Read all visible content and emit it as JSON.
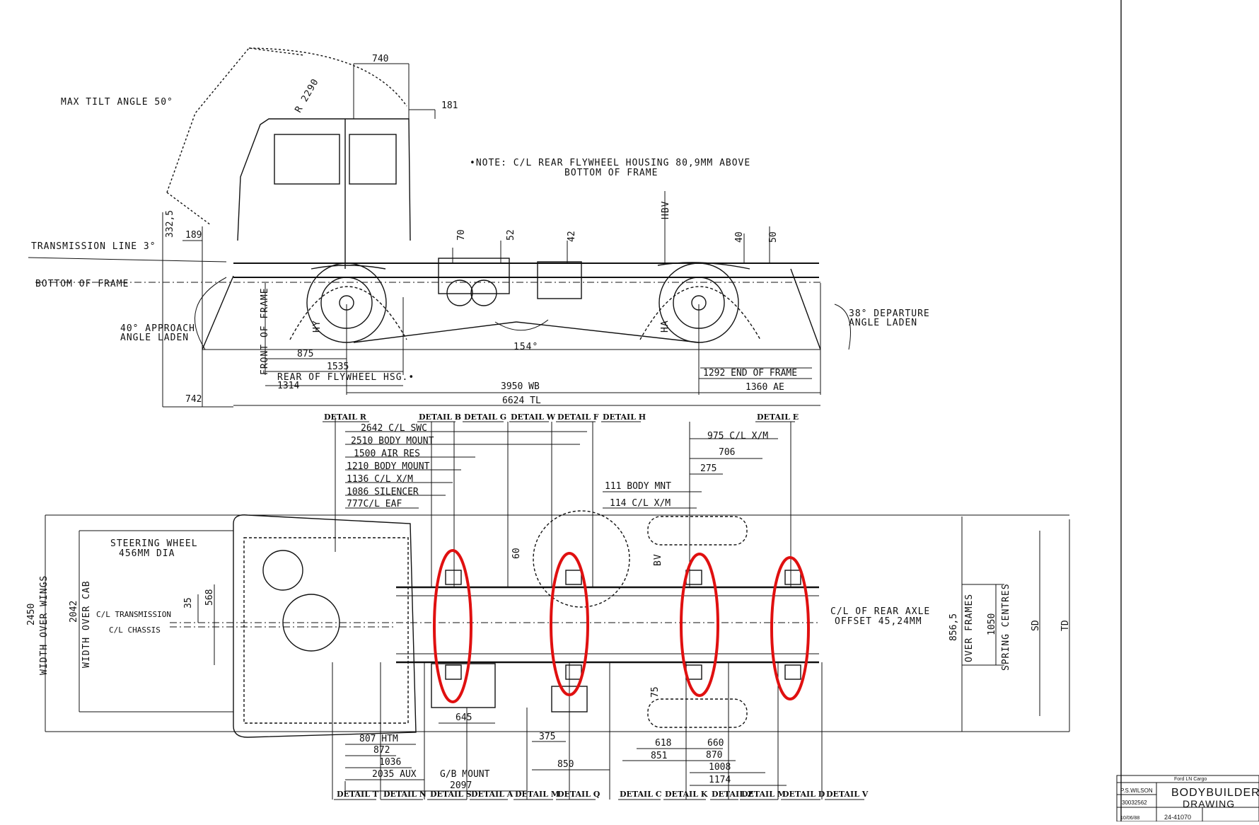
{
  "side_view": {
    "labels": {
      "max_tilt": "MAX TILT ANGLE 50°",
      "tilt_radius": "R 2290",
      "note_line1": "•NOTE:  C/L REAR FLYWHEEL HOUSING 80,9MM ABOVE",
      "note_line2": "BOTTOM OF FRAME",
      "transmission_line": "TRANSMISSION LINE 3°",
      "bottom_of_frame": "BOTTOM OF FRAME",
      "approach_1": "40° APPROACH",
      "approach_2": "ANGLE LADEN",
      "departure_1": "38° DEPARTURE",
      "departure_2": "ANGLE LADEN",
      "ramp_angle": "154°",
      "front_of_frame": "FRONT OF FRAME",
      "rear_flywheel": "REAR OF FLYWHEEL HSG.•",
      "hy": "HY",
      "ha": "HA",
      "hbv": "HBV"
    },
    "dims": {
      "d740": "740",
      "d181": "181",
      "d332": "332,5",
      "d189": "189",
      "d70": "70",
      "d52": "52",
      "d42": "42",
      "d40": "40",
      "d50": "50",
      "d875": "875",
      "d1535": "1535",
      "d1314": "1314",
      "d742": "742",
      "wb": "3950 WB",
      "tl": "6624 TL",
      "end_frame": "1292 END OF FRAME",
      "ae": "1360 AE"
    }
  },
  "plan_view": {
    "top_details": [
      "DETAIL R",
      "DETAIL B",
      "DETAIL G",
      "DETAIL W",
      "DETAIL F",
      "DETAIL H",
      "DETAIL E"
    ],
    "bottom_details": [
      "DETAIL T",
      "DETAIL N",
      "DETAIL S",
      "DETAIL A",
      "DETAIL M",
      "DETAIL Q",
      "DETAIL C",
      "DETAIL K",
      "DETAIL Z",
      "DETAIL M",
      "DETAIL D",
      "DETAIL V"
    ],
    "left_stack": [
      "2642 C/L SWC",
      "2510 BODY MOUNT",
      "1500 AIR RES",
      "1210 BODY MOUNT",
      "1136 C/L X/M",
      "1086 SILENCER",
      "777C/L EAF"
    ],
    "right_stack": [
      "975 C/L X/M",
      "706",
      "275",
      "111 BODY MNT",
      "114 C/L X/M"
    ],
    "labels": {
      "steering_1": "STEERING WHEEL",
      "steering_2": "456MM DIA",
      "cl_transmission": "C/L TRANSMISSION",
      "cl_chassis": "C/L CHASSIS",
      "width_wings": "WIDTH OVER WINGS",
      "width_cab": "WIDTH OVER CAB",
      "rear_axle_1": "C/L OF REAR AXLE",
      "rear_axle_2": "OFFSET 45,24MM",
      "over_frames": "OVER FRAMES",
      "spring_centres": "SPRING CENTRES",
      "bv": "BV"
    },
    "dims": {
      "d2450": "2450",
      "d2042": "2042",
      "d35": "35",
      "d568": "568",
      "d60": "60",
      "d856": "856,5",
      "d1050": "1050",
      "sd": "SD",
      "td": "TD",
      "d645": "645",
      "d75": "75",
      "d375": "375",
      "d850": "850",
      "d618": "618",
      "d851": "851",
      "d660": "660",
      "d870": "870",
      "d1008": "1008",
      "d1174": "1174",
      "htm": "807 HTM",
      "d872": "872",
      "d1036": "1036",
      "aux": "2035 AUX",
      "gb": "G/B MOUNT",
      "d2097": "2097"
    }
  },
  "title_block": {
    "header": "Ford LN Cargo",
    "drawn_by": "P.S.WILSON",
    "number": "30032562",
    "title_1": "BODYBUILDER",
    "title_2": "DRAWING",
    "date": "10/06/88",
    "ref": "24-41070"
  },
  "highlight_color": "#e01010"
}
